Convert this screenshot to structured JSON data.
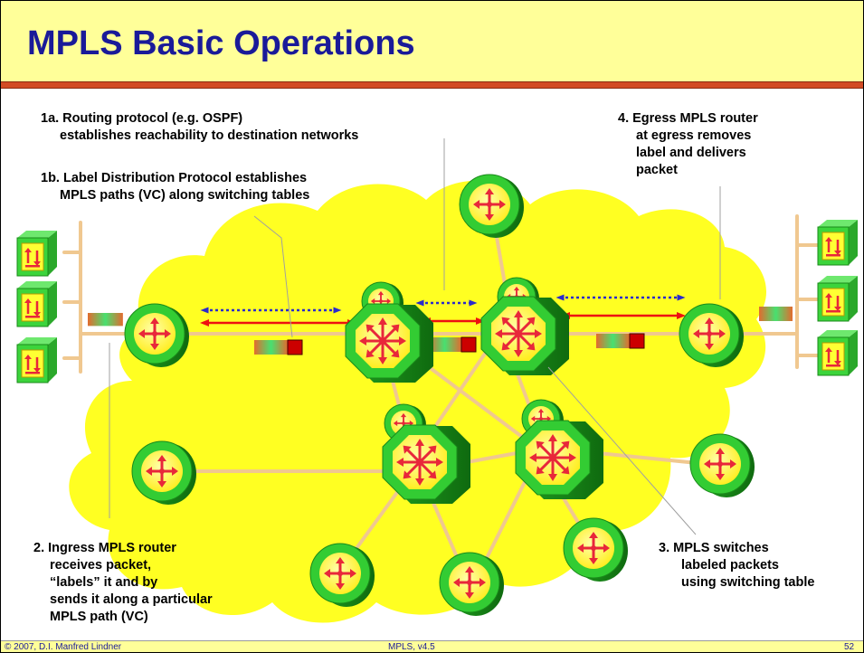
{
  "slide": {
    "title": "MPLS Basic Operations",
    "footer": {
      "copyright": "© 2007, D.I. Manfred Lindner",
      "course": "MPLS, v4.5",
      "page": "52"
    }
  },
  "annotations": {
    "step_1a": [
      "1a.  Routing protocol (e.g. OSPF)",
      "establishes reachability to destination networks"
    ],
    "step_1b": [
      "1b.  Label Distribution Protocol establishes",
      "MPLS paths (VC) along switching tables"
    ],
    "step_2": [
      "2. Ingress MPLS router",
      "receives packet,",
      "“labels” it and by",
      "sends it along a particular",
      "MPLS path (VC)"
    ],
    "step_3": [
      "3.  MPLS switches",
      "labeled packets",
      "using switching table"
    ],
    "step_4": [
      "4.  Egress MPLS router",
      "at egress removes",
      "label and delivers",
      "packet"
    ]
  },
  "colors": {
    "title": "#1a1a99",
    "header_band": "#ffff99",
    "title_rule": "#d24b24",
    "cloud": "#ffff22",
    "link": "#f0c890",
    "router_ring": "#33cc33",
    "router_core": "#ffff44",
    "router_arrows": "#e8273a",
    "label_arrow": "#ee1111",
    "routing_arrow": "#2a2acc",
    "packet_label": "#cc0000"
  }
}
